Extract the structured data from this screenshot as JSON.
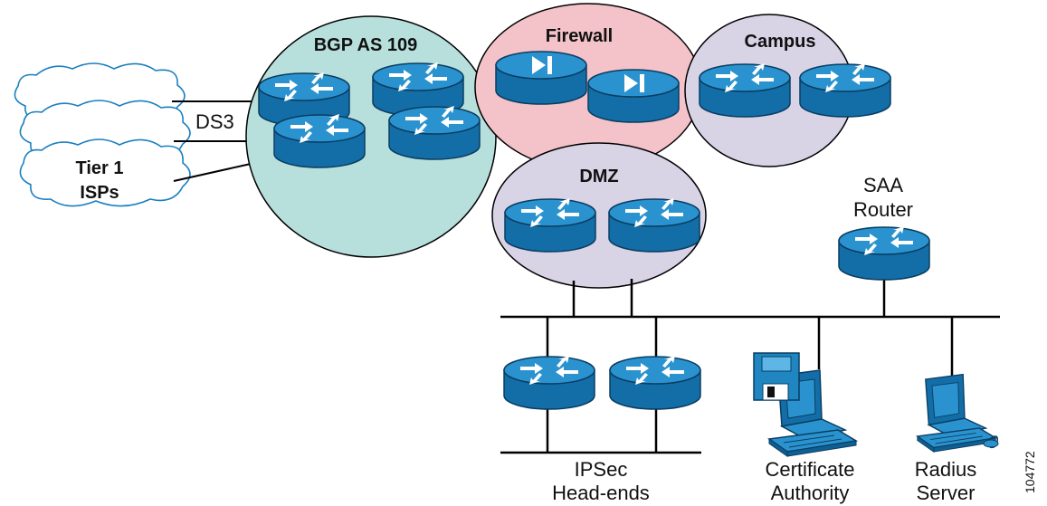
{
  "zones": {
    "bgp": "BGP AS 109",
    "firewall": "Firewall",
    "campus": "Campus",
    "dmz": "DMZ"
  },
  "isp": {
    "line1": "Tier 1",
    "line2": "ISPs"
  },
  "link_label": "DS3",
  "saa": {
    "line1": "SAA",
    "line2": "Router"
  },
  "ipsec": {
    "line1": "IPSec",
    "line2": "Head-ends"
  },
  "ca": {
    "line1": "Certificate",
    "line2": "Authority"
  },
  "radius": {
    "line1": "Radius",
    "line2": "Server"
  },
  "figure_id": "104772",
  "colors": {
    "bgp_zone": "#b7e0dc",
    "firewall_zone": "#f4c2c9",
    "campus_zone": "#d9d3e6",
    "dmz_zone": "#d9d3e6",
    "device_blue": "#1f86c2",
    "device_dark": "#0f5f93"
  }
}
